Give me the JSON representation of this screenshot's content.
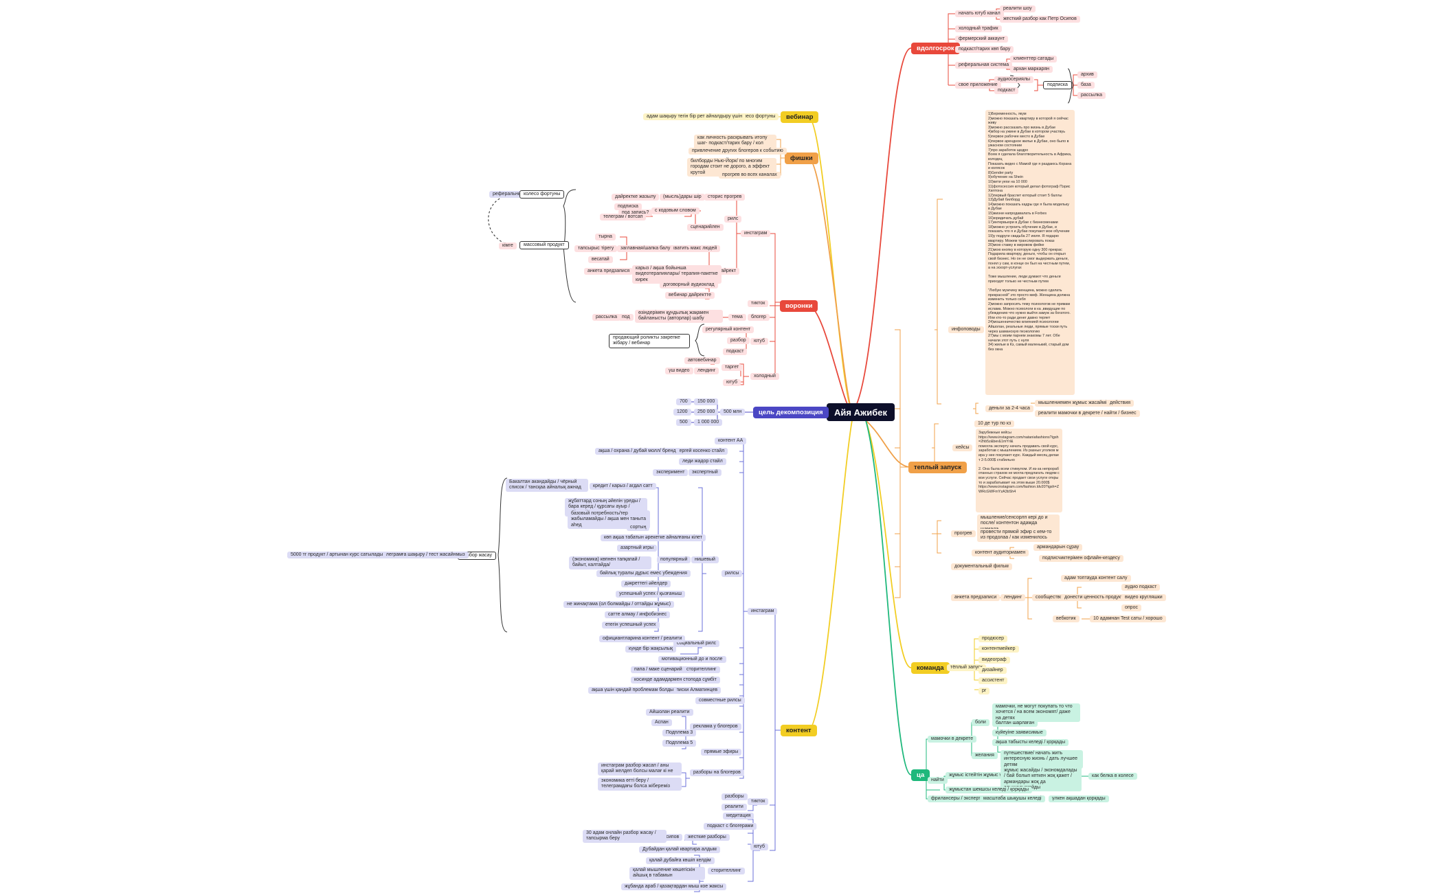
{
  "title": "Айя Ажибек",
  "colors": {
    "red": "#e8483b",
    "red_node": "#fde0e1",
    "yellow": "#f2cd23",
    "yellow_node": "#fdf3c5",
    "orange": "#f0a048",
    "orange_node": "#fde7d3",
    "purple": "#4b47c4",
    "lav_node": "#dcdcf5",
    "green": "#1fb87c",
    "green_node": "#c9f2e2"
  },
  "branches": {
    "vdolgosrok": {
      "label": "вдолгосрок",
      "items": {
        "a": "начать ютуб канал",
        "a1": "реалити шоу",
        "a2": "жесткий разбор как Петр Осипов",
        "b": "холодный трафик",
        "c": "фермерский аккаунт",
        "d": "подкаст/тарих көп бару",
        "e": "реферальная система",
        "e1": "клиенттер сатады",
        "e2": "архан маркарян",
        "f": "свое приложение",
        "f1": "аудиосериялы",
        "f2": "подкаст",
        "g": "подписка",
        "g1": "архив",
        "g2": "база",
        "g3": "рассылка"
      }
    },
    "webinar": {
      "label": "вебинар",
      "n1": "колесо фортуны",
      "n2": "адам шақыру тегін бір рет айналдыру үшін"
    },
    "fishki": {
      "label": "фишки",
      "items": [
        "как личность раскрывать итопу шаг- подкаст/тарих бару / кол жерде көрпы",
        "привлечение других блогеров к событию",
        "билборды Нью-Йорк/ по многим городам стоит не дорого, а эффект крутой",
        "прогрев во всех каналах"
      ]
    },
    "voronki": {
      "label": "воронки",
      "insta": "инстаграм",
      "reels": "рилс",
      "stories": "сторис прогрев",
      "stories_a": "(мысль)дары шір",
      "stories_a1": "дайректке жазылу",
      "kw": "с кодовым словом",
      "kw1": "под запись?",
      "kw2": "подписка",
      "kw3": "телеграм / вотсап",
      "scen": "сценарийлен",
      "direkt": "дайрект",
      "shad": "захватить макс людей",
      "shad1": "заглавная/шапка балу",
      "shad2": "тырна",
      "shad3": "тапсырыс тірегу",
      "shad4": "весатай",
      "plan": "карыз / ақша бойынша видеотерапиялары/ терапия-пакетке кирек",
      "plan1": "анкета предзапися",
      "audio": "договорный аудиоклад",
      "wbd": "вебинар дайректте",
      "tiktok": "тикток",
      "blog": "блогер",
      "tema": "тема",
      "tema1": "өзіндерімен құндылық жақамен байланысты (авторлар) шабу",
      "tema2": "под",
      "tema3": "рассылка",
      "yt": "ютуб",
      "yt1": "регулярный контент",
      "yt2": "разбор",
      "yt3": "подкаст",
      "brace_note": "продающий роликты закрепке жібару / вебинар",
      "target": "таргет",
      "t1": "автовебинар",
      "t2": "лендинг",
      "t3": "үш видео",
      "holod": "холодный",
      "yt4": "ютуб",
      "ref": "реферальный",
      "koleso": "колесо фортуны",
      "kto": "кімге",
      "massproduct": "массовый продукт"
    },
    "decomp": {
      "label": "цель декомпозиция",
      "mid": "500 млн",
      "rows": [
        {
          "a": "700",
          "b": "150 000"
        },
        {
          "a": "1200",
          "b": "250 000"
        },
        {
          "a": "500",
          "b": "1 000 000"
        }
      ]
    },
    "content": {
      "label": "контент",
      "insta": "инстаграм",
      "kontentAA": "контент АА",
      "serg": "сергей косенко стайл",
      "serg1": "ақша / охрана / дубай молл/ бренд",
      "lady": "леди жадор стайл",
      "exp": "экспертный",
      "exp1": "эксперимент",
      "reels": "рилсы",
      "nishe": "нишевый",
      "nishe_items": [
        "кредит / карыз / агдал сатт",
        "жұбаттард соның әйелін үреды / бара керед / құрсағы ауыр / хайтағайды",
        "базовый потребность/тер жабыламайды / ақша мен таныта аһед",
        "сортың",
        "көп ақша табатын әрекетке айналғаны кілет",
        "азартный игры",
        "(экономика) көпнен тапқапай / байыт, калтайда/",
        "байлық туралы дұрыс емес убеждения",
        "дәкреттегі әйелдер",
        "успешный успех / қызғаныш",
        "не жинақтама (ол болмайды / оттайды жұмыс)",
        "сатте алмау / инфобизнес",
        "етегін успешный успех"
      ],
      "big_left": "Бакалтан акандайды / чёрный список / тансқаа айналық ажнад",
      "big_brace": "разбор жасау",
      "tg": "телеграмға шақыру / тест жасайнмыз",
      "tg1": "5000 тг продукт / артынан курс сатылады",
      "soc": "социальный рилс",
      "soc1": "официантларина контент / реалити",
      "soc2": "күнде бір жақсылық",
      "motiv": "мотивационный до и после",
      "story": "сторителлинг",
      "story1": "папа / маке сценарий",
      "story2": "косинде адамдармен стопода сұмбіт",
      "zap": "записки Алматинцев",
      "zap1": "ақша үшін қандай проблемам болды",
      "sovm": "совместные рилсы",
      "recl": "реклама у блогеров",
      "recl_items": [
        "Айшолан реалити",
        "Аспан",
        "Подплема 3",
        "Подплема 5"
      ],
      "pryam": "прямые эфиры",
      "razb": "разборы на блогеров",
      "razb1": "инстаграм разбор жасап / аны қарай желдеп болсы малағ кі не",
      "razb2": "экономика өтті беру / телеграмдағы болса жібереміз",
      "tiktok": "тикток",
      "tt1": "разборы",
      "tt2": "реалити",
      "yt": "ютуб",
      "yt_a": "медитация",
      "yt_b": "подкаст с блогерами",
      "yt_c": "жесткие разборы",
      "yt_c1": "петр осипов",
      "yt_c2": "30 адам онлайн разбор жасау / тапсырма беру",
      "yt_d": "сторителлинг",
      "yt_d1": "Дубайдан қалай квартира алдым",
      "yt_d2": "қалай дубайға көшіп келдім",
      "yt_d3": "қалай мышление көшегіскін айшық в табамын",
      "yt_d4": "жұбанда араб / қазақтардан мыш кое жаксы"
    },
    "teplyi": {
      "label": "теплый запуск",
      "info": "инфоповоды",
      "info_text": "1)Беременность, якум\n2)можно показать квартиру в которой я сейчас живу\n3)можно рассказать про жизнь в Дубае\n4)вбор на ужине в Дубае в котором участвуь\n5)первое рабочее место в Дубае\n6)первое арендное жилье в Дубае, оно было в ужасном состоянии\n7)про заработок щедро\nВсем я сделала благотворительность в Африка, колодец\nПоказать видео с Мамой где я раздаюсь Корана и колясок\n8)Gender party\n9)обучение на Shein\n10)кити уехи на 10 000\n11)фотосессия который делал фотограф Пэрис Хилтона\n12)первый браслет который стоит 5 баллы\n13)Дубай билборд\n14)можно показать кадры где я была модельку в Дубае\n15)жизни напродавалать в Forbes\n16)юридичать дубай\n17)интервьюри в Дубае с бизнесменами\n18)можно устроить обучение в Дубае, и показать что я и Дубае покупают мое обучение\n19)у подруги свадьба 27 июля. Я подарю квартиру. Можем транслировать показ\n20)мою ставку в мировом фейке\n21)мою кнопку в которую одну 300 прекрас\nПодарила квартиру, деньги, чтобы он открыл свой бизнес. Но он не смог выдержать деньги, понял у сам, в конце он был на честным путем, а на эскорт-услугах\n\nТоже мышление, люди думают что деньги приходят только не честным путем\n\n\"Любую мужчину женщина, можно сделать прекрасной\" это просто миф. Женщина должна изменить только себя\n2)можно запросить тему психологов не примам ислама. Можно психологи в ка ,ввидущие по убеждению что нужно выйти замуж за богатого. Или кто-то ради денег давно теряет\n24)мошенничество влиянией психологии Айшолан, реальные люди, прямые тоски путь через шаманскую пеэкологию\n27)мы с моим парнем знакомы 7 лет. Обе начали этот путь с нуля\n34) жилые в Кз, самый маленький, старый дом без окна",
      "money": "деньги за 2-4 часа",
      "money1": "мышлениемен жұмыс жасайміз",
      "money1a": "действия",
      "money2": "реалити мамочки в декрете / найти / бизнес",
      "keis": "кейсы",
      "keis1": "10 де тур по кз",
      "keis_text": "Зарубежные кейсы\nhttps://www.instagram.com/nataniafashions?igsh=2hb5z&ber&1mYrl&\nпомогла эксперту начать продавать свой курс, заработав с мышлением. Из разных уголков мира у нее покупают курс. Каждый месяц делает 2-5.000$ стабильно\n\n2. Она была всем стимулом. И из-за непроработанных страхов не могла предлагать людям свои услуги. Сейчас продает свои услуги открыто и зарабатывает на этом выше 20.000$\nhttps://www.instagram.com/fashion.ldv20?igsh=ZWRcGWFmYzA3bSh4",
      "progrev": "прогрев",
      "pr1": "мышление/сенсорлп кері до и после/ контентон адамда шамада",
      "pr2": "провести прямой эфир с кем-то из продолаа / как изменилось",
      "pr3": "контент аудиториамен",
      "pr3a": "армандарын сұрау",
      "pr3b": "подписчиктерімен офлайн-кездесу",
      "doc": "документальный фильм",
      "anketa": "анкета предзаписи",
      "lend": "лендинг",
      "lend1": "сообщество",
      "lend1a": "адам топтауда контент салу",
      "lend1b": "донести ценность продукта",
      "lend1b1": "аудио подкаст",
      "lend1b2": "видео кругляшки",
      "lend1b3": "опрос",
      "vebkam": "вебкотик",
      "vebkam1": "10 адамнан Test саты / хорошо"
    },
    "komanda": {
      "label": "команда",
      "sub": "тёплый запуск",
      "items": [
        "продюсер",
        "контентмейкер",
        "видеограф",
        "дизайнер",
        "ассистент",
        "pr"
      ]
    },
    "ca": {
      "label": "ца",
      "a": "мамочки в декрете",
      "a_boli": "боли",
      "a_boli1": "мамочки, не могут покупать то что хочется / на всем экономят/ даже на детях",
      "a_boli2": "балтан шарлаған",
      "a_boli3": "күйеуіне заявисимые",
      "a_boli4": "ақша табысты келеді / қорқады",
      "a_zhel": "желания",
      "a_zhel1": "путешествие/ начать жить интересную жизнь / дать лучшее детям",
      "b": "найти",
      "b1": "жұмыс істейтін жұмыс үй",
      "b1a": "жұмыс жасайды / экономдалады / бай болып кеткен жоқ қажет / армандары жоқ да сдышадымайды",
      "b1b": "как белка в колесе",
      "c": "жұмыстан шекшсы келеді / қорқады",
      "d": "фрилансеры / эксперты",
      "d1": "масштаба шықушы келеді",
      "d2": "үлкен ақшадан қорқады"
    }
  }
}
